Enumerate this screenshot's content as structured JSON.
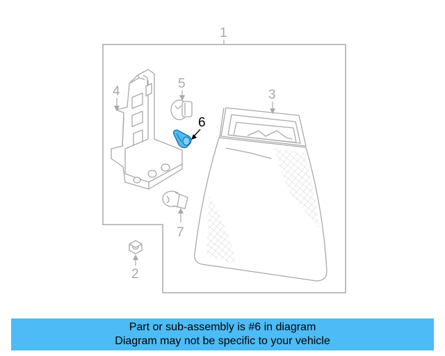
{
  "diagram": {
    "callouts": [
      {
        "id": "1",
        "label": "1"
      },
      {
        "id": "2",
        "label": "2"
      },
      {
        "id": "3",
        "label": "3"
      },
      {
        "id": "4",
        "label": "4"
      },
      {
        "id": "5",
        "label": "5"
      },
      {
        "id": "6",
        "label": "6"
      },
      {
        "id": "7",
        "label": "7"
      }
    ],
    "highlighted_part": "6",
    "colors": {
      "line": "#a8a8a8",
      "highlight": "#4dbbf5",
      "highlight_dark": "#1a6f9c",
      "caption_bg": "#4dbbf5"
    }
  },
  "caption": {
    "line1": "Part or sub-assembly is #6 in diagram",
    "line2": "Diagram may not be specific to your vehicle"
  }
}
